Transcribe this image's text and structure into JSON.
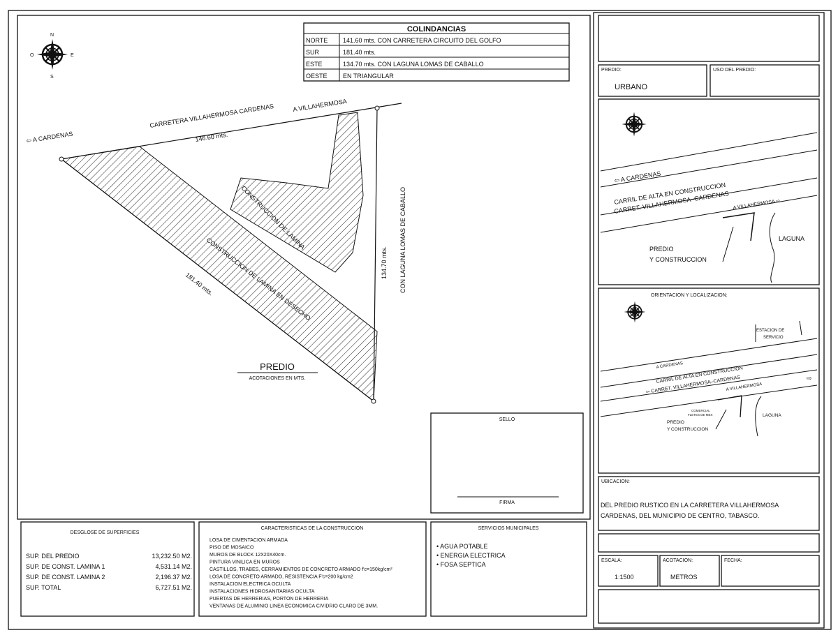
{
  "colindancias": {
    "title": "COLINDANCIAS",
    "rows": [
      {
        "side": "NORTE",
        "desc": "141.60 mts.  CON CARRETERA CIRCUITO DEL GOLFO"
      },
      {
        "side": "SUR",
        "desc": "181.40 mts."
      },
      {
        "side": "ESTE",
        "desc": "134.70 mts.  CON LAGUNA LOMAS DE CABALLO"
      },
      {
        "side": "OESTE",
        "desc": "EN TRIANGULAR"
      }
    ]
  },
  "plan": {
    "road": "CARRETERA VILLAHERMOSA CARDENAS",
    "to_cardenas": "⇦ A CARDENAS",
    "to_villahermosa": "A VILLAHERMOSA",
    "north_dim": "146.60 mts.",
    "east_dim": "134.70 mts.",
    "east_label": "CON LAGUNA LOMAS DE CABALLO",
    "south_dim": "181.40 mts.",
    "const1": "CONSTRUCCION DE LAMINA",
    "const2": "CONSTRUCCION DE LAMINA EN DESECHO",
    "title": "PREDIO",
    "subtitle": "ACOTACIONES EN MTS.",
    "compass": {
      "n": "N",
      "s": "S",
      "e": "E",
      "w": "O"
    }
  },
  "sello": {
    "title": "SELLO",
    "firma": "FIRMA"
  },
  "desglose": {
    "title": "DESGLOSE DE SUPERFICIES",
    "rows": [
      {
        "label": "SUP. DEL PREDIO",
        "value": "13,232.50 M2."
      },
      {
        "label": "SUP. DE CONST. LAMINA 1",
        "value": "4,531.14 M2."
      },
      {
        "label": "SUP. DE CONST. LAMINA 2",
        "value": "2,196.37 M2."
      },
      {
        "label": "SUP. TOTAL",
        "value": "6,727.51 M2."
      }
    ]
  },
  "caracteristicas": {
    "title": "CARACTERISTICAS DE LA CONSTRUCCION",
    "items": [
      "LOSA DE CIMENTACION ARMADA",
      "PISO DE MOSAICO",
      "MUROS DE BLOCK 12X20X40cm.",
      "PINTURA VINILICA EN MUROS",
      "CASTILLOS, TRABES, CERRAMIENTOS DE CONCRETO ARMADO f'c=150kg/cm²",
      "LOSA DE CONCRETO ARMADO, RESISTENCIA F'c=200 kg/cm2",
      "INSTALACION ELECTRICA OCULTA",
      "INSTALACIONES HIDROSANITARIAS OCULTA",
      "PUERTAS DE HERRERIAS, PORTON DE HERRERIA",
      "VENTANAS DE ALUMINIO LINEA ECONOMICA C/VIDRIO CLARO DE 3MM."
    ]
  },
  "servicios": {
    "title": "SERVICIOS MUNICIPALES",
    "items": [
      "• AGUA POTABLE",
      "• ENERGIA ELECTRICA",
      "• FOSA SEPTICA"
    ]
  },
  "sidebar": {
    "predio_label": "PREDIO:",
    "predio_value": "URBANO",
    "uso_label": "USO DEL PREDIO:",
    "map1": {
      "to_cardenas": "⇦  A CARDENAS",
      "carril": "CARRIL DE ALTA EN CONSTRUCCION",
      "carret": "CARRET. VILLAHERMOSA–CARDENAS",
      "to_villa": "A VILLAHERMOSA  ⇨",
      "predio": "PREDIO",
      "construccion": "Y CONSTRUCCION",
      "laguna": "LAGUNA"
    },
    "map2": {
      "title": "ORIENTACION Y LOCALIZACION:",
      "estacion1": "ESTACION DE",
      "estacion2": "SERVICIO",
      "to_cardenas": "A CARDENAS",
      "carril": "CARRIL DE ALTA EN CONSTRUCCION",
      "carret": "⇦ CARRET. VILLAHERMOSA–CARDENAS",
      "arrow_right": "⇨",
      "to_villa": "A VILLAHERMOSA",
      "comercial1": "COMERCIAL",
      "comercial2": "FLETES DE MEX",
      "predio": "PREDIO",
      "construccion": "Y CONSTRUCCION",
      "laguna": "LAGUNA"
    },
    "ubicacion_label": "UBICACION:",
    "ubicacion_line1": "DEL PREDIO RUSTICO EN LA CARRETERA VILLAHERMOSA",
    "ubicacion_line2": "CARDENAS, DEL MUNICIPIO DE CENTRO, TABASCO.",
    "escala_label": "ESCALA:",
    "escala_value": "1:1500",
    "acotacion_label": "ACOTACION:",
    "acotacion_value": "METROS",
    "fecha_label": "FECHA:"
  }
}
